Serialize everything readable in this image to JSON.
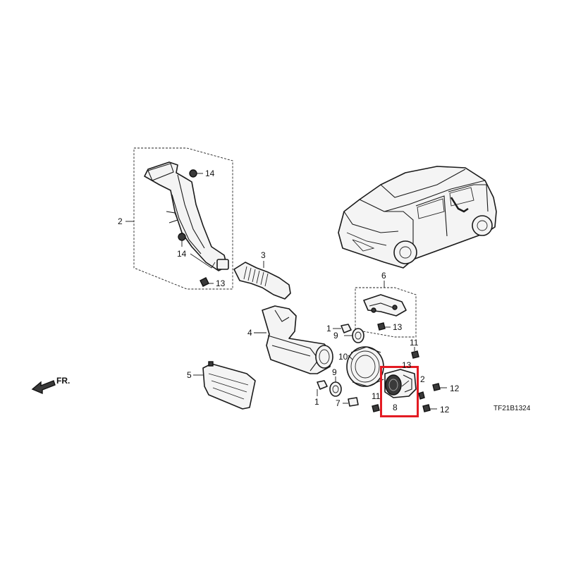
{
  "diagram": {
    "ref_code": "TF21B1324",
    "direction_label": "FR.",
    "highlight_color": "#e31b23",
    "highlighted_part": "8"
  },
  "callouts": {
    "c1a": "1",
    "c1b": "1",
    "c2a": "2",
    "c2b": "2",
    "c3": "3",
    "c4": "4",
    "c5": "5",
    "c6": "6",
    "c7": "7",
    "c8": "8",
    "c9a": "9",
    "c9b": "9",
    "c10": "10",
    "c11a": "11",
    "c11b": "11",
    "c12a": "12",
    "c12b": "12",
    "c13a": "13",
    "c13b": "13",
    "c13c": "13",
    "c14a": "14",
    "c14b": "14"
  }
}
